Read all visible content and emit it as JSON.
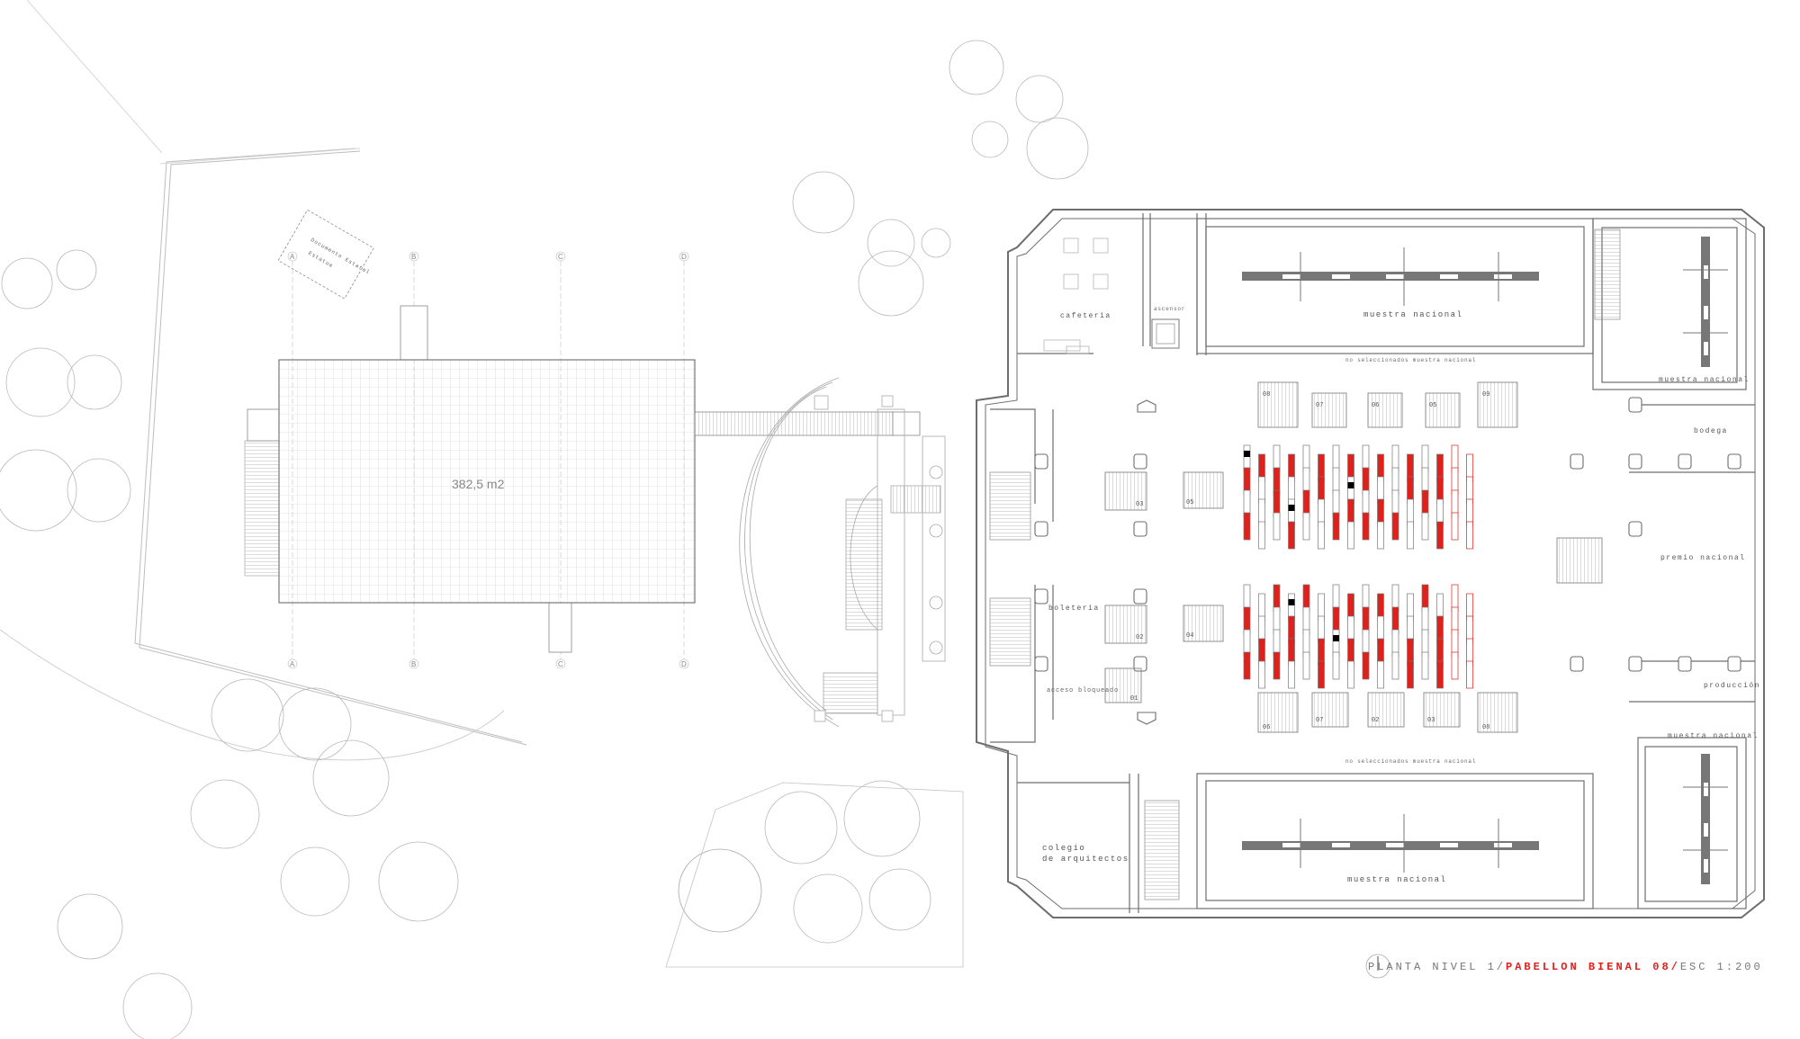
{
  "colors": {
    "line": "#9a9a9a",
    "wall": "#6d6d6d",
    "accent": "#e0201b",
    "dark_bar": "#777777",
    "black_mark": "#000000"
  },
  "annex": {
    "area_label": "382,5 m2",
    "grid_letters": [
      "A",
      "B",
      "C",
      "D"
    ],
    "sign_lines": [
      "Documento Estatal",
      "Estatua"
    ]
  },
  "rooms": {
    "cafeteria": "cafeteria",
    "ascensor": "ascensor",
    "muestra_top": "muestra nacional",
    "muestra_right_top": "muestra nacional",
    "bodega": "bodega",
    "premio": "premio nacional",
    "produccion": "producción",
    "muestra_right_bottom": "muestra nacional",
    "muestra_bottom": "muestra nacional",
    "colegio_line1": "colegio",
    "colegio_line2": "de arquitectos",
    "boleteria": "boleteria",
    "acceso": "acceso bloqueado",
    "no_sel_top": "no seleccionados muestra nacional",
    "no_sel_bottom": "no seleccionados muestra nacional"
  },
  "booths": {
    "top_row": [
      "08",
      "07",
      "06",
      "05",
      "09"
    ],
    "bottom_row": [
      "06",
      "07",
      "02",
      "03",
      "08"
    ],
    "left_stack": [
      "03",
      "02",
      "01"
    ],
    "inner_stack": [
      "05",
      "04"
    ]
  },
  "caption": {
    "prefix": "PLANTA NIVEL 1/",
    "highlight": "PABELLON BIENAL 08/",
    "suffix": "ESC 1:200"
  }
}
